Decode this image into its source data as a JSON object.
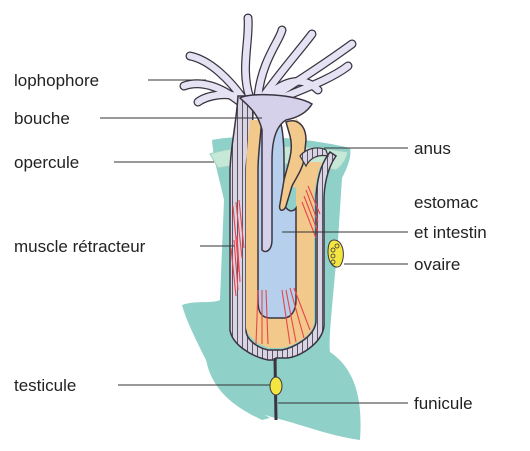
{
  "labels": {
    "lophophore": "lophophore",
    "bouche": "bouche",
    "opercule": "opercule",
    "muscle": "muscle rétracteur",
    "testicule": "testicule",
    "anus": "anus",
    "estomac_line1": "estomac",
    "estomac_line2": "et intestin",
    "ovaire": "ovaire",
    "funicule": "funicule"
  },
  "colors": {
    "cystid": "#8fd0c8",
    "tentacles": "#e4e2f3",
    "coelom": "#f2c98b",
    "gut": "#b5cfec",
    "muscle": "#e8454c",
    "gonad": "#f3e640",
    "outline": "#3b3440",
    "leader_line": "#333333"
  }
}
